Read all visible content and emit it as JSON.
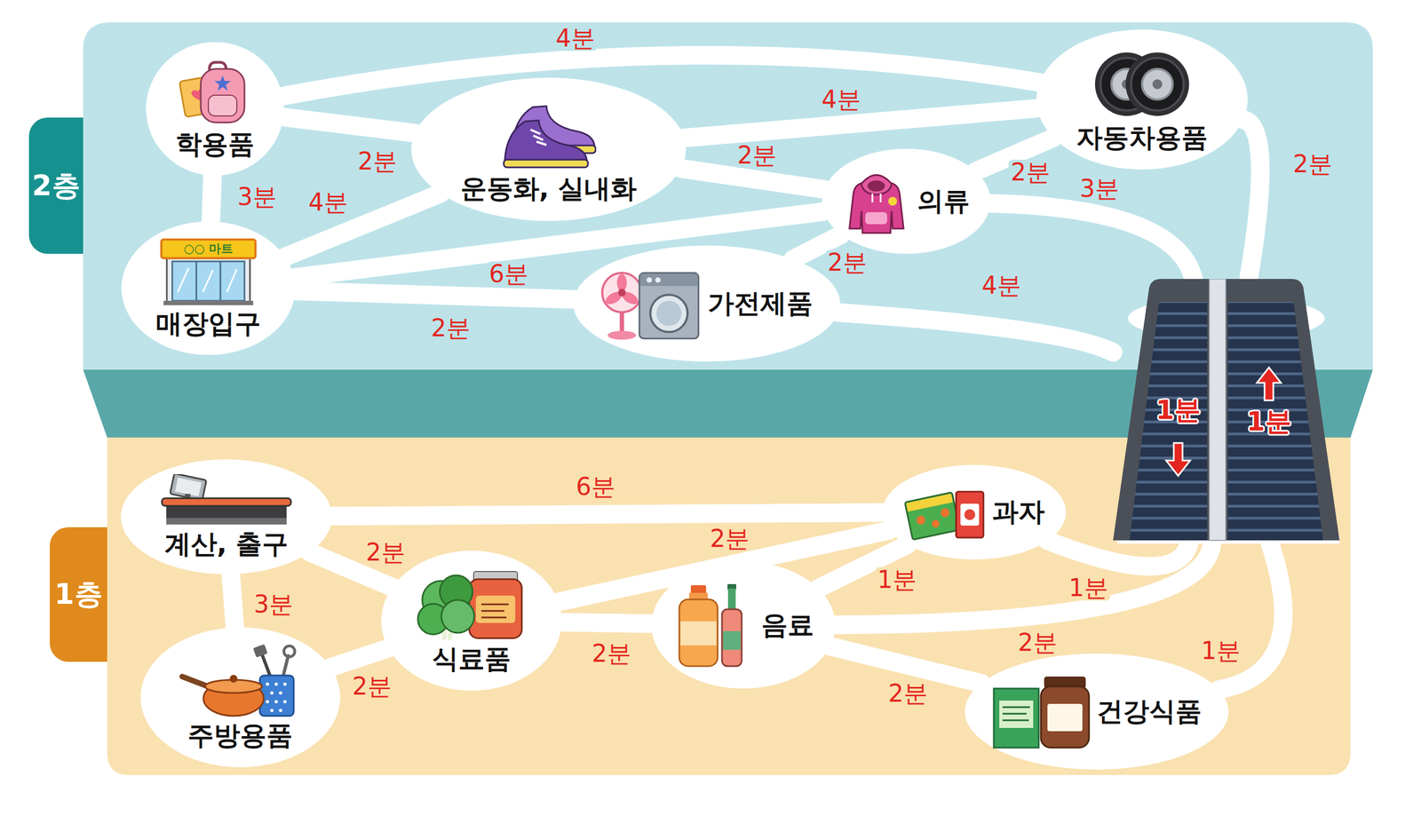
{
  "diagram": {
    "nodes": [
      {
        "text": [
          "2층"
        ]
      },
      {
        "text": [
          "학용품"
        ],
        "in": 0
      },
      {
        "text": [
          "운동화, 실내화"
        ],
        "in": 0
      },
      {
        "text": [
          "자동차용품"
        ],
        "in": 0
      },
      {
        "text": [
          "의류"
        ],
        "in": 0
      },
      {
        "text": [
          "매장입구"
        ],
        "in": 0
      },
      {
        "text": [
          "가전제품"
        ],
        "in": 0
      },
      {
        "text": [
          "1분",
          "1분"
        ]
      },
      {
        "text": [
          "1층"
        ]
      },
      {
        "text": [
          "계산, 출구"
        ],
        "in": 8
      },
      {
        "text": [
          "과자"
        ],
        "in": 8
      },
      {
        "text": [
          "식료품"
        ],
        "in": 8
      },
      {
        "text": [
          "주방용품"
        ],
        "in": 8
      },
      {
        "text": [
          "음료"
        ],
        "in": 8
      },
      {
        "text": [
          "건강식품"
        ],
        "in": 8
      }
    ],
    "edges": [
      {
        "from": 1,
        "to": 3,
        "label": "4분",
        "arrow": "none"
      },
      {
        "from": 1,
        "to": 2,
        "label": "2분",
        "arrow": "none"
      },
      {
        "from": 1,
        "to": 5,
        "label": "3분",
        "arrow": "none"
      },
      {
        "from": 2,
        "to": 3,
        "label": "4분",
        "arrow": "none"
      },
      {
        "from": 2,
        "to": 4,
        "label": "2분",
        "arrow": "none"
      },
      {
        "from": 5,
        "to": 2,
        "label": "4분",
        "arrow": "none"
      },
      {
        "from": 5,
        "to": 4,
        "label": "6분",
        "arrow": "none"
      },
      {
        "from": 5,
        "to": 6,
        "label": "2분",
        "arrow": "none"
      },
      {
        "from": 6,
        "to": 4,
        "label": "2분",
        "arrow": "none"
      },
      {
        "from": 4,
        "to": 3,
        "label": "2분",
        "arrow": "none"
      },
      {
        "from": 4,
        "to": 7,
        "label": "3분",
        "arrow": "none"
      },
      {
        "from": 3,
        "to": 7,
        "label": "2분",
        "arrow": "none"
      },
      {
        "from": 6,
        "to": 7,
        "label": "4분",
        "arrow": "none"
      },
      {
        "from": 9,
        "to": 10,
        "label": "6분",
        "arrow": "none"
      },
      {
        "from": 9,
        "to": 11,
        "label": "2분",
        "arrow": "none"
      },
      {
        "from": 9,
        "to": 12,
        "label": "3분",
        "arrow": "none"
      },
      {
        "from": 12,
        "to": 11,
        "label": "2분",
        "arrow": "none"
      },
      {
        "from": 11,
        "to": 10,
        "label": "2분",
        "arrow": "none"
      },
      {
        "from": 11,
        "to": 13,
        "label": "2분",
        "arrow": "none"
      },
      {
        "from": 13,
        "to": 10,
        "label": "1분",
        "arrow": "none"
      },
      {
        "from": 10,
        "to": 7,
        "label": "1분",
        "arrow": "none"
      },
      {
        "from": 13,
        "to": 7,
        "label": "2분",
        "arrow": "none"
      },
      {
        "from": 13,
        "to": 14,
        "label": "2분",
        "arrow": "none"
      },
      {
        "from": 14,
        "to": 7,
        "label": "1분",
        "arrow": "none"
      }
    ],
    "labels": [
      "○○ 마트"
    ]
  }
}
